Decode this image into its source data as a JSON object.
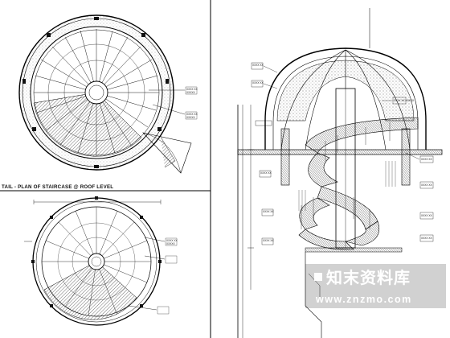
{
  "drawing": {
    "top_plan_title": "TAIL - PLAN OF STAIRCASE @ ROOF LEVEL",
    "callout_text": "XXXX XX XXXXX"
  },
  "watermark": {
    "logo_text": "知末资料库",
    "url": "www.znzmo.com"
  }
}
